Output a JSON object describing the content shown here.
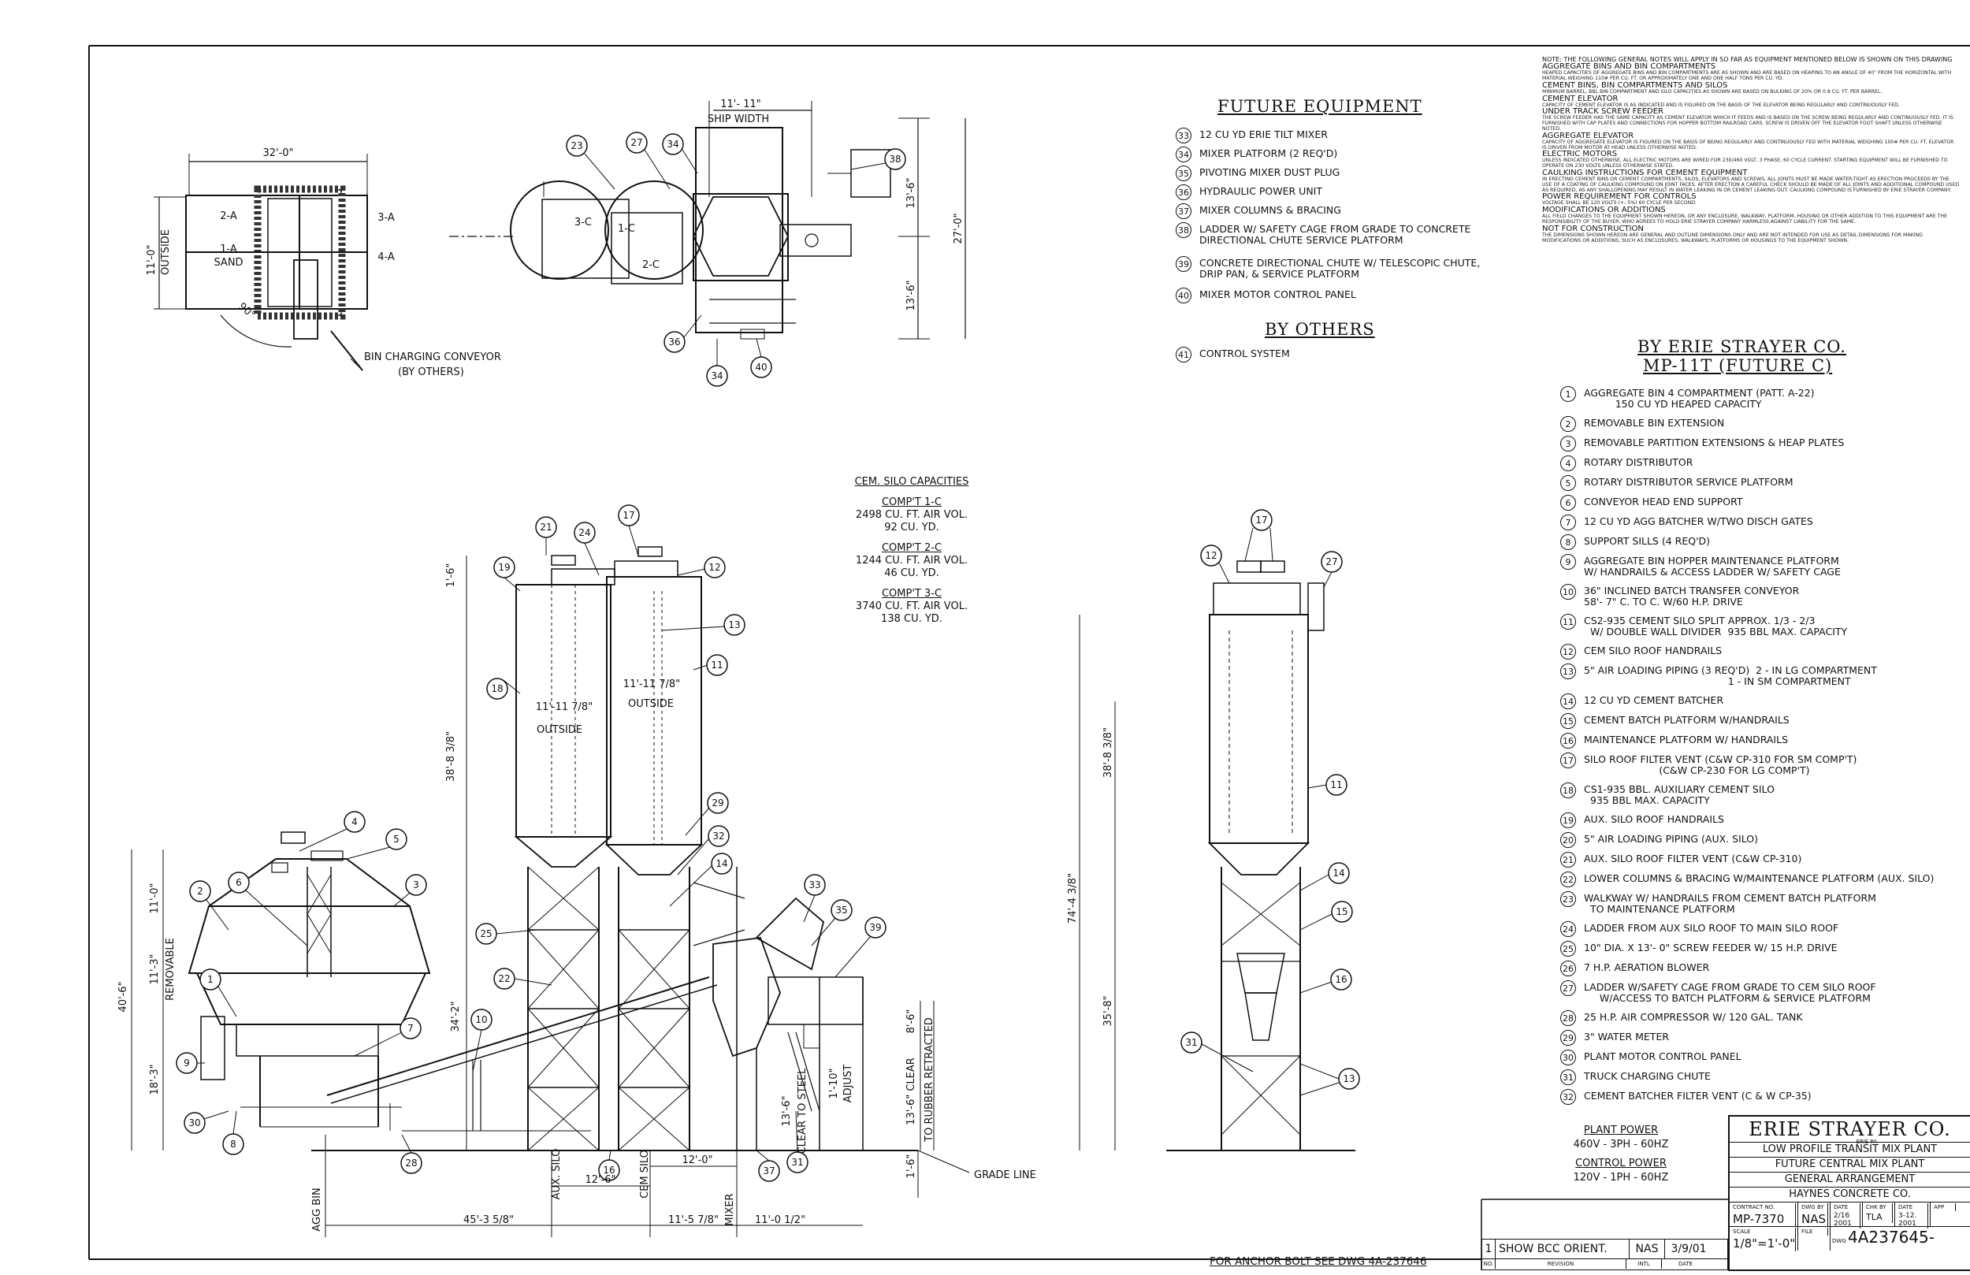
{
  "notes": {
    "intro": "NOTE: THE FOLLOWING GENERAL NOTES WILL APPLY IN SO FAR AS EQUIPMENT MENTIONED BELOW IS SHOWN ON THIS DRAWING",
    "sections": [
      {
        "heading": "AGGREGATE BINS AND BIN COMPARTMENTS",
        "body": "HEAPED CAPACITIES OF AGGREGATE BINS AND BIN COMPARTMENTS ARE AS SHOWN AND ARE BASED ON HEAPING TO AN ANGLE OF 40° FROM THE HORIZONTAL WITH MATERIAL WEIGHING 110# PER CU. FT. OR APPROXIMATELY ONE AND ONE HALF TONS PER CU. YD."
      },
      {
        "heading": "CEMENT BINS, BIN COMPARTMENTS AND SILOS",
        "body": "MINIMUM BARREL, BBL BIN COMPARTMENT AND SILO CAPACITIES AS SHOWN ARE BASED ON BULKING OF 20% OR 0.8 CU. FT. PER BARREL."
      },
      {
        "heading": "CEMENT ELEVATOR",
        "body": "CAPACITY OF CEMENT ELEVATOR IS AS INDICATED AND IS FIGURED ON THE BASIS OF THE ELEVATOR BEING REGULARLY AND CONTINUOUSLY FED."
      },
      {
        "heading": "UNDER TRACK SCREW FEEDER",
        "body": "THE SCREW FEEDER HAS THE SAME CAPACITY AS CEMENT ELEVATOR WHICH IT FEEDS AND IS BASED ON THE SCREW BEING REGULARLY AND CONTINUOUSLY FED. IT IS FURNISHED WITH CAP PLATES AND CONNECTIONS FOR HOPPER BOTTOM RAILROAD CARS. SCREW IS DRIVEN OFF THE ELEVATOR FOOT SHAFT UNLESS OTHERWISE NOTED."
      },
      {
        "heading": "AGGREGATE ELEVATOR",
        "body": "CAPACITY OF AGGREGATE ELEVATOR IS FIGURED ON THE BASIS OF BEING REGULARLY AND CONTINUOUSLY FED WITH MATERIAL WEIGHING 100# PER CU. FT. ELEVATOR IS DRIVEN FROM MOTOR AT HEAD UNLESS OTHERWISE NOTED."
      },
      {
        "heading": "ELECTRIC MOTORS",
        "body": "UNLESS INDICATED OTHERWISE, ALL ELECTRIC MOTORS ARE WIRED FOR 230/460 VOLT, 3 PHASE, 60 CYCLE CURRENT. STARTING EQUIPMENT WILL BE FURNISHED TO OPERATE ON 230 VOLTS UNLESS OTHERWISE STATED."
      },
      {
        "heading": "CAULKING INSTRUCTIONS FOR CEMENT EQUIPMENT",
        "body": "IN ERECTING CEMENT BINS OR CEMENT COMPARTMENTS, SILOS, ELEVATORS AND SCREWS, ALL JOINTS MUST BE MADE WATER-TIGHT AS ERECTION PROCEEDS BY THE USE OF A COATING OF CAULKING COMPOUND ON JOINT FACES. AFTER ERECTION A CAREFUL CHECK SHOULD BE MADE OF ALL JOINTS AND ADDITIONAL COMPOUND USED AS REQUIRED, AS ANY SHALLOPENING MAY RESULT IN WATER LEAKING IN OR CEMENT LEAKING OUT. CAULKING COMPOUND IS FURNISHED BY ERIE STRAYER COMPANY."
      },
      {
        "heading": "POWER REQUIREMENT FOR CONTROLS",
        "body": "VOLTAGE SHALL BE 120 VOLTS (+- 5%) 60 CYCLE PER SECOND."
      },
      {
        "heading": "MODIFICATIONS OR ADDITIONS",
        "body": "ALL FIELD CHANGES TO THE EQUIPMENT SHOWN HEREON, OR ANY ENCLOSURE, WALKWAY, PLATFORM, HOUSING OR OTHER ADDITION TO THIS EQUIPMENT ARE THE RESPONSIBILITY OF THE BUYER, WHO AGREES TO HOLD ERIE STRAYER COMPANY HARMLESS AGAINST LIABILITY FOR THE SAME."
      },
      {
        "heading": "NOT FOR CONSTRUCTION",
        "body": "THE DIMENSIONS SHOWN HEREON ARE GENERAL AND OUTLINE DIMENSIONS ONLY AND ARE NOT INTENDED FOR USE AS DETAIL DIMENSIONS FOR MAKING MODIFICATIONS OR ADDITIONS, SUCH AS ENCLOSURES, WALKWAYS, PLATFORMS OR HOUSINGS TO THE EQUIPMENT SHOWN."
      }
    ]
  },
  "future_equipment": {
    "title": "FUTURE EQUIPMENT",
    "items": [
      {
        "num": "33",
        "text": "12 CU YD ERIE TILT MIXER"
      },
      {
        "num": "34",
        "text": "MIXER PLATFORM (2 REQ'D)"
      },
      {
        "num": "35",
        "text": "PIVOTING MIXER DUST PLUG"
      },
      {
        "num": "36",
        "text": "HYDRAULIC POWER UNIT"
      },
      {
        "num": "37",
        "text": "MIXER COLUMNS & BRACING"
      },
      {
        "num": "38",
        "text": "LADDER W/ SAFETY CAGE FROM GRADE TO CONCRETE\nDIRECTIONAL CHUTE SERVICE PLATFORM"
      },
      {
        "num": "39",
        "text": "CONCRETE DIRECTIONAL CHUTE W/ TELESCOPIC CHUTE,\nDRIP PAN, & SERVICE PLATFORM"
      },
      {
        "num": "40",
        "text": "MIXER MOTOR CONTROL PANEL"
      }
    ]
  },
  "by_others": {
    "title": "BY OTHERS",
    "items": [
      {
        "num": "41",
        "text": "CONTROL SYSTEM"
      }
    ]
  },
  "by_erie": {
    "title": "BY ERIE STRAYER CO.",
    "subtitle": "MP-11T (FUTURE C)",
    "items": [
      {
        "num": "1",
        "text": "AGGREGATE BIN 4 COMPARTMENT (PATT. A-22)\n          150 CU YD HEAPED CAPACITY"
      },
      {
        "num": "2",
        "text": "REMOVABLE BIN EXTENSION"
      },
      {
        "num": "3",
        "text": "REMOVABLE PARTITION EXTENSIONS & HEAP PLATES"
      },
      {
        "num": "4",
        "text": "ROTARY DISTRIBUTOR"
      },
      {
        "num": "5",
        "text": "ROTARY DISTRIBUTOR SERVICE PLATFORM"
      },
      {
        "num": "6",
        "text": "CONVEYOR HEAD END SUPPORT"
      },
      {
        "num": "7",
        "text": "12 CU YD AGG BATCHER W/TWO DISCH GATES"
      },
      {
        "num": "8",
        "text": "SUPPORT SILLS (4 REQ'D)"
      },
      {
        "num": "9",
        "text": "AGGREGATE BIN HOPPER MAINTENANCE PLATFORM\nW/ HANDRAILS & ACCESS LADDER W/ SAFETY CAGE"
      },
      {
        "num": "10",
        "text": "36\" INCLINED BATCH TRANSFER CONVEYOR\n58'- 7\" C. TO C. W/60 H.P. DRIVE"
      },
      {
        "num": "11",
        "text": "CS2-935 CEMENT SILO SPLIT APPROX. 1/3 - 2/3\n  W/ DOUBLE WALL DIVIDER  935 BBL MAX. CAPACITY"
      },
      {
        "num": "12",
        "text": "CEM SILO ROOF HANDRAILS"
      },
      {
        "num": "13",
        "text": "5\" AIR LOADING PIPING (3 REQ'D)  2 - IN LG COMPARTMENT\n                                              1 - IN SM COMPARTMENT"
      },
      {
        "num": "14",
        "text": "12 CU YD CEMENT BATCHER"
      },
      {
        "num": "15",
        "text": "CEMENT BATCH PLATFORM W/HANDRAILS"
      },
      {
        "num": "16",
        "text": "MAINTENANCE PLATFORM W/ HANDRAILS"
      },
      {
        "num": "17",
        "text": "SILO ROOF FILTER VENT (C&W CP-310 FOR SM COMP'T)\n                        (C&W CP-230 FOR LG COMP'T)"
      },
      {
        "num": "18",
        "text": "CS1-935 BBL. AUXILIARY CEMENT SILO\n  935 BBL MAX. CAPACITY"
      },
      {
        "num": "19",
        "text": "AUX. SILO ROOF HANDRAILS"
      },
      {
        "num": "20",
        "text": "5\" AIR LOADING PIPING (AUX. SILO)"
      },
      {
        "num": "21",
        "text": "AUX. SILO ROOF FILTER VENT (C&W CP-310)"
      },
      {
        "num": "22",
        "text": "LOWER COLUMNS & BRACING W/MAINTENANCE PLATFORM (AUX. SILO)"
      },
      {
        "num": "23",
        "text": "WALKWAY W/ HANDRAILS FROM CEMENT BATCH PLATFORM\n  TO MAINTENANCE PLATFORM"
      },
      {
        "num": "24",
        "text": "LADDER FROM AUX SILO ROOF TO MAIN SILO ROOF"
      },
      {
        "num": "25",
        "text": "10\" DIA. X 13'- 0\" SCREW FEEDER W/ 15 H.P. DRIVE"
      },
      {
        "num": "26",
        "text": "7 H.P. AERATION BLOWER"
      },
      {
        "num": "27",
        "text": "LADDER W/SAFETY CAGE FROM GRADE TO CEM SILO ROOF\n     W/ACCESS TO BATCH PLATFORM & SERVICE PLATFORM"
      },
      {
        "num": "28",
        "text": "25 H.P. AIR COMPRESSOR W/ 120 GAL. TANK"
      },
      {
        "num": "29",
        "text": "3\" WATER METER"
      },
      {
        "num": "30",
        "text": "PLANT MOTOR CONTROL PANEL"
      },
      {
        "num": "31",
        "text": "TRUCK CHARGING CHUTE"
      },
      {
        "num": "32",
        "text": "CEMENT BATCHER FILTER VENT (C & W CP-35)"
      }
    ]
  },
  "silo_capacities": {
    "title": "CEM. SILO CAPACITIES",
    "comps": [
      {
        "name": "COMP'T 1-C",
        "air": "2498 CU. FT. AIR VOL.",
        "yd": "92 CU. YD."
      },
      {
        "name": "COMP'T 2-C",
        "air": "1244 CU. FT. AIR VOL.",
        "yd": "46 CU. YD."
      },
      {
        "name": "COMP'T 3-C",
        "air": "3740 CU. FT. AIR VOL.",
        "yd": "138 CU. YD."
      }
    ]
  },
  "power": {
    "plant_label": "PLANT POWER",
    "plant_value": "460V - 3PH - 60HZ",
    "control_label": "CONTROL POWER",
    "control_value": "120V - 1PH - 60HZ"
  },
  "title_block": {
    "company": "ERIE STRAYER CO.",
    "city": "ERIE PA",
    "line1": "LOW PROFILE TRANSIT MIX PLANT",
    "line2": "FUTURE CENTRAL MIX PLANT",
    "line3": "GENERAL ARRANGEMENT",
    "line4": "HAYNES CONCRETE CO.",
    "contract_label": "CONTRACT NO.",
    "contract": "MP-7370",
    "dwg_by_label": "DWG BY",
    "dwg_by": "NAS",
    "date_label": "DATE",
    "date": "2/16 2001",
    "chk_label": "CHK BY",
    "chk": "TLA",
    "chk_date": "3-12. 2001",
    "app_label": "APP",
    "scale_label": "SCALE",
    "scale": "1/8\"=1'-0\"",
    "file_label": "FILE",
    "dwg_label": "DWG",
    "dwg_no": "4A237645-"
  },
  "revision": {
    "no": "1",
    "text": "SHOW BCC ORIENT.",
    "by": "NAS",
    "date": "3/9/01",
    "h_no": "NO.",
    "h_rev": "REVISION",
    "h_init": "INTL",
    "h_date": "DATE"
  },
  "anchor_note": "FOR ANCHOR BOLT SEE DWG 4A-237646",
  "plan": {
    "dim_32": "32'-0\"",
    "dim_11": "11'-0\"",
    "outside": "OUTSIDE",
    "c2a": "2-A",
    "c1a": "1-A",
    "sand": "SAND",
    "c3a": "3-A",
    "c4a": "4-A",
    "angle": "90°",
    "conveyor1": "BIN CHARGING CONVEYOR",
    "conveyor2": "(BY OTHERS)",
    "ship": "11'- 11\"",
    "ship_label": "SHIP WIDTH",
    "c3c": "3-C",
    "c1c": "1-C",
    "c2c": "2-C",
    "d136a": "13'-6\"",
    "d136b": "13'-6\"",
    "d27": "27'-0\""
  },
  "elev": {
    "outside": "OUTSIDE",
    "dia1": "11'-11 7/8\"",
    "dia2": "11'-11 7/8\"",
    "d16": "1'-6\"",
    "d388": "38'-8 3/8\"",
    "d342": "34'-2\"",
    "d110": "11'-0\"",
    "d113": "11'-3\"",
    "removable": "REMOVABLE",
    "d406": "40'-6\"",
    "d183": "18'-3\"",
    "d744": "74'-4 3/8\"",
    "d388b": "38'-8 3/8\"",
    "d358": "35'-8\"",
    "d86": "8'-6\"",
    "d136": "13'-6\" CLEAR",
    "d136b": "13'-6\"",
    "clear_steel": "CLEAR TO STEEL",
    "d110b": "1'-10\"",
    "adjust": "ADJUST",
    "rubber": "TO RUBBER RETRACTED",
    "d16b": "1'-6\"",
    "grade": "GRADE LINE",
    "agg_bin": "AGG BIN",
    "aux_silo": "AUX. SILO",
    "cem_silo": "CEM SILO",
    "mixer": "MIXER",
    "d120": "12'-0\"",
    "d126": "12'-6\"",
    "d453": "45'-3 5/8\"",
    "d115": "11'-5 7/8\"",
    "d110c": "11'-0 1/2\""
  }
}
